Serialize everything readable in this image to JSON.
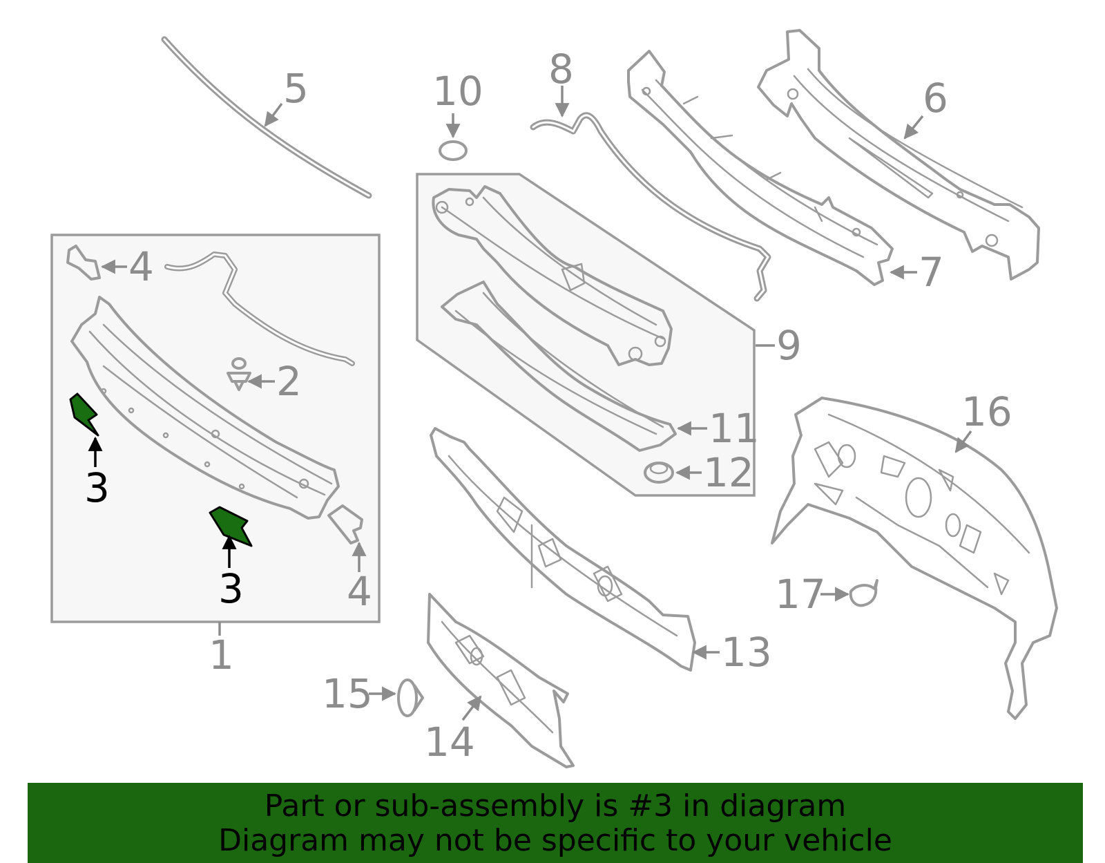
{
  "labels": {
    "l1": "1",
    "l2": "2",
    "l3a": "3",
    "l3b": "3",
    "l4a": "4",
    "l4b": "4",
    "l5": "5",
    "l6": "6",
    "l7": "7",
    "l8": "8",
    "l9": "9",
    "l10": "10",
    "l11": "11",
    "l12": "12",
    "l13": "13",
    "l14": "14",
    "l15": "15",
    "l16": "16",
    "l17": "17"
  },
  "highlight": {
    "part": "3",
    "color": "#1a6e12"
  },
  "footer": {
    "line1": "Part or sub-assembly is #3 in diagram",
    "line2": "Diagram may not be specific to your vehicle",
    "background": "#1b6710"
  }
}
